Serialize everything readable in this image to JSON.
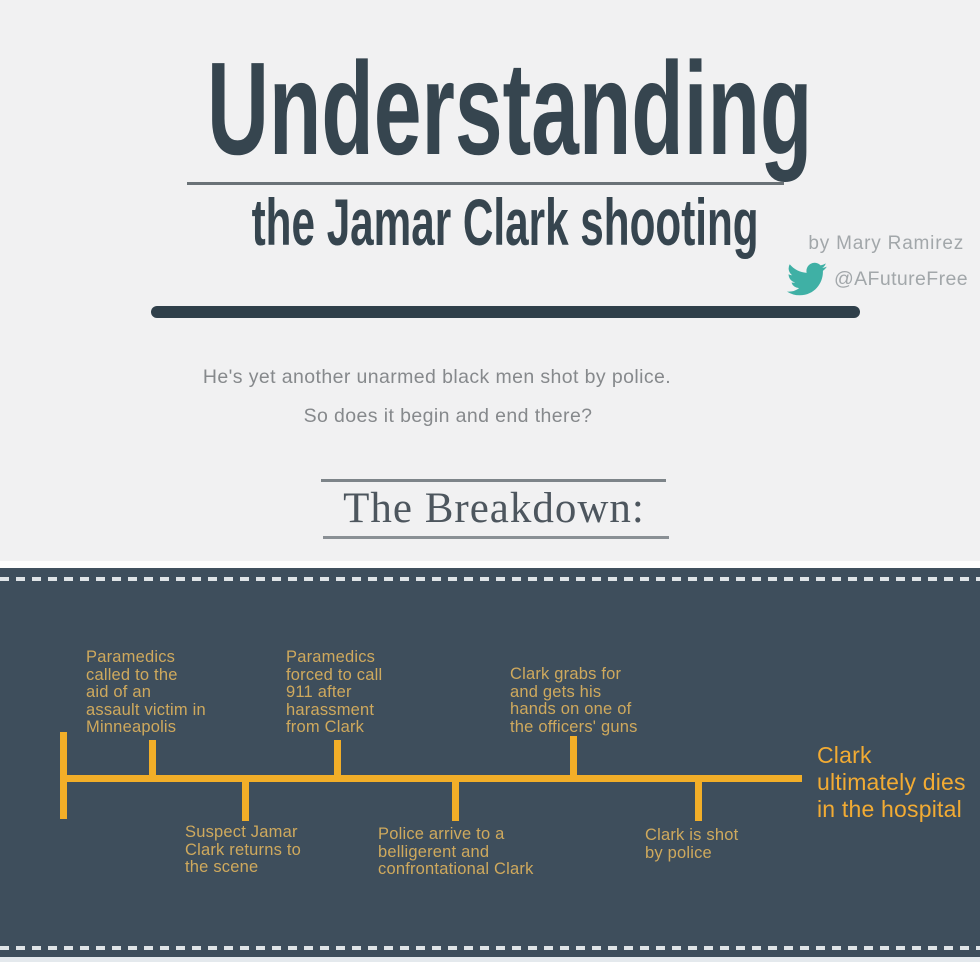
{
  "header": {
    "title": "Understanding",
    "subtitle": "the Jamar Clark shooting",
    "byline": "by Mary Ramirez",
    "twitter_handle": "@AFutureFree"
  },
  "intro": {
    "line1": "He's yet another unarmed black men shot by police.",
    "line2": "So does it begin and end there?",
    "section_heading": "The Breakdown:"
  },
  "timeline": {
    "events_above": [
      {
        "lines": [
          "Paramedics",
          "called to the",
          "aid of an",
          "assault victim in",
          "Minneapolis"
        ]
      },
      {
        "lines": [
          "Paramedics",
          "forced to call",
          "911 after",
          "harassment",
          "from Clark"
        ]
      },
      {
        "lines": [
          "Clark grabs for",
          "and gets his",
          "hands on one of",
          "the officers' guns"
        ]
      }
    ],
    "events_below": [
      {
        "lines": [
          "Suspect Jamar",
          "Clark returns to",
          "the scene"
        ]
      },
      {
        "lines": [
          "Police arrive to a",
          "belligerent and",
          "confrontational Clark"
        ]
      },
      {
        "lines": [
          "Clark is shot",
          "by police"
        ]
      }
    ],
    "outcome": {
      "lines": [
        "Clark",
        "ultimately dies",
        "in the hospital"
      ]
    }
  },
  "colors": {
    "background_light": "#f1f1f2",
    "background_dark": "#3e4e5c",
    "title_slate": "#36454f",
    "timeline_yellow": "#f2ae28",
    "event_label_gold": "#cfa95d",
    "outcome_gold": "#f2ab33",
    "twitter_teal": "#3fb0a5",
    "muted_text_gray": "#86898c",
    "byline_gray": "#a2a7aa"
  }
}
